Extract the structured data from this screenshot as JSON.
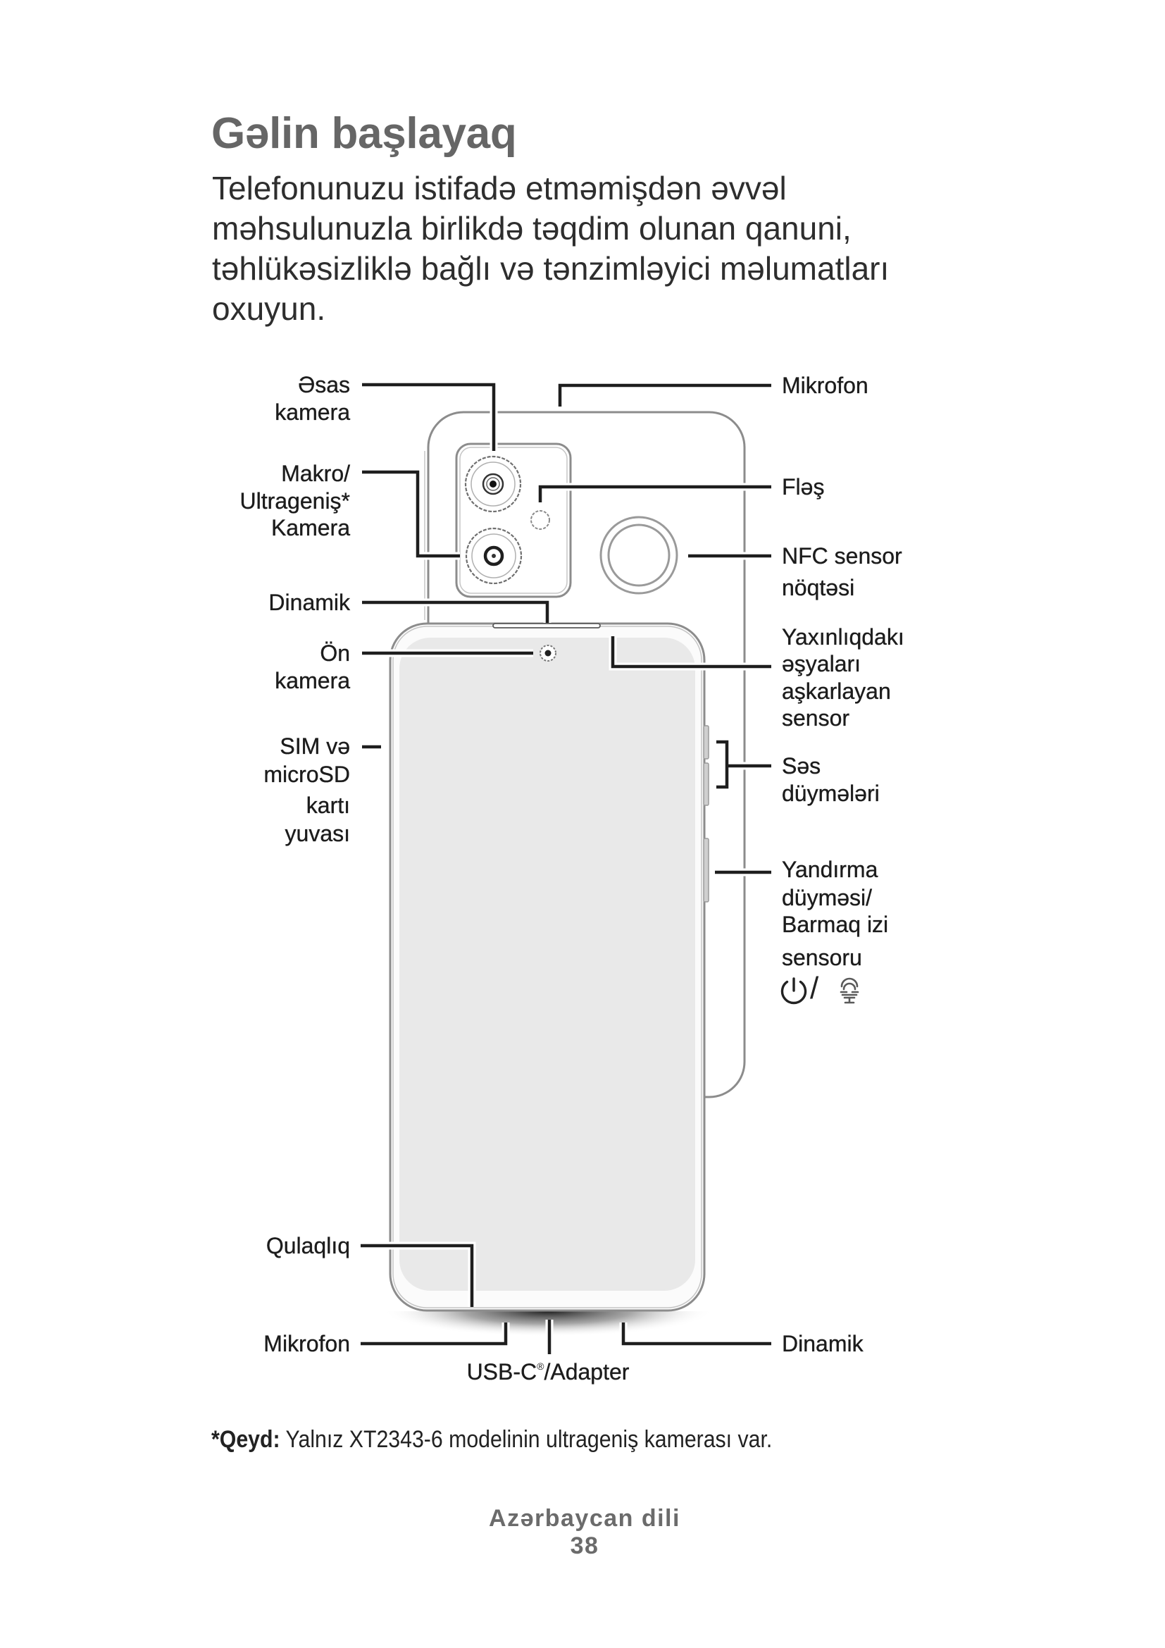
{
  "colors": {
    "title": "#666666",
    "body_text": "#2e2e2e",
    "label_text": "#1c1c1c",
    "leader_line": "#1e1e1e",
    "phone_outline": "#8c8c8c",
    "screen_fill": "#e9e9e9",
    "footer_text": "#6b6b6b"
  },
  "header": {
    "title": "Gəlin başlayaq",
    "intro_lines": [
      "Telefonunuzu istifadə etməmişdən əvvəl",
      "məhsulunuzla birlikdə təqdim olunan qanuni,",
      "təhlükəsizliklə bağlı və tənzimləyici məlumatları",
      "oxuyun."
    ]
  },
  "diagram": {
    "left_labels": {
      "main_camera": [
        "Əsas",
        "kamera"
      ],
      "macro_ultrawide_camera": [
        "Makro/",
        "Ultrageniş*",
        "Kamera"
      ],
      "top_speaker": [
        "Dinamik"
      ],
      "front_camera": [
        "Ön",
        "kamera"
      ],
      "sim_microsd_slot": [
        "SIM və",
        "microSD",
        "kartı",
        "yuvası"
      ],
      "earpiece": [
        "Qulaqlıq"
      ],
      "bottom_microphone": [
        "Mikrofon"
      ]
    },
    "right_labels": {
      "top_microphone": [
        "Mikrofon"
      ],
      "flash": [
        "Fləş"
      ],
      "nfc_spot": [
        "NFC sensor",
        "nöqtəsi"
      ],
      "proximity_sensor": [
        "Yaxınlıqdakı",
        "əşyaları",
        "aşkarlayan",
        "sensor"
      ],
      "volume_buttons": [
        "Səs",
        "düymələri"
      ],
      "power_button": [
        "Yandırma",
        "düyməsi/",
        "Barmaq izi",
        "sensoru"
      ],
      "bottom_speaker": [
        "Dinamik"
      ]
    },
    "bottom_label": {
      "usb_c_text": "USB-C",
      "usb_c_mark": "®",
      "usb_c_suffix": "/Adapter"
    },
    "power_fingerprint_icons": {
      "left_icon": "power-icon",
      "separator": "/",
      "right_icon": "fingerprint-icon"
    }
  },
  "note": {
    "prefix": "*Qeyd:",
    "text": "Yalnız XT2343-6 modelinin ultrageniş kamerası var."
  },
  "footer": {
    "language": "Azərbaycan dili",
    "page_number": "38"
  }
}
